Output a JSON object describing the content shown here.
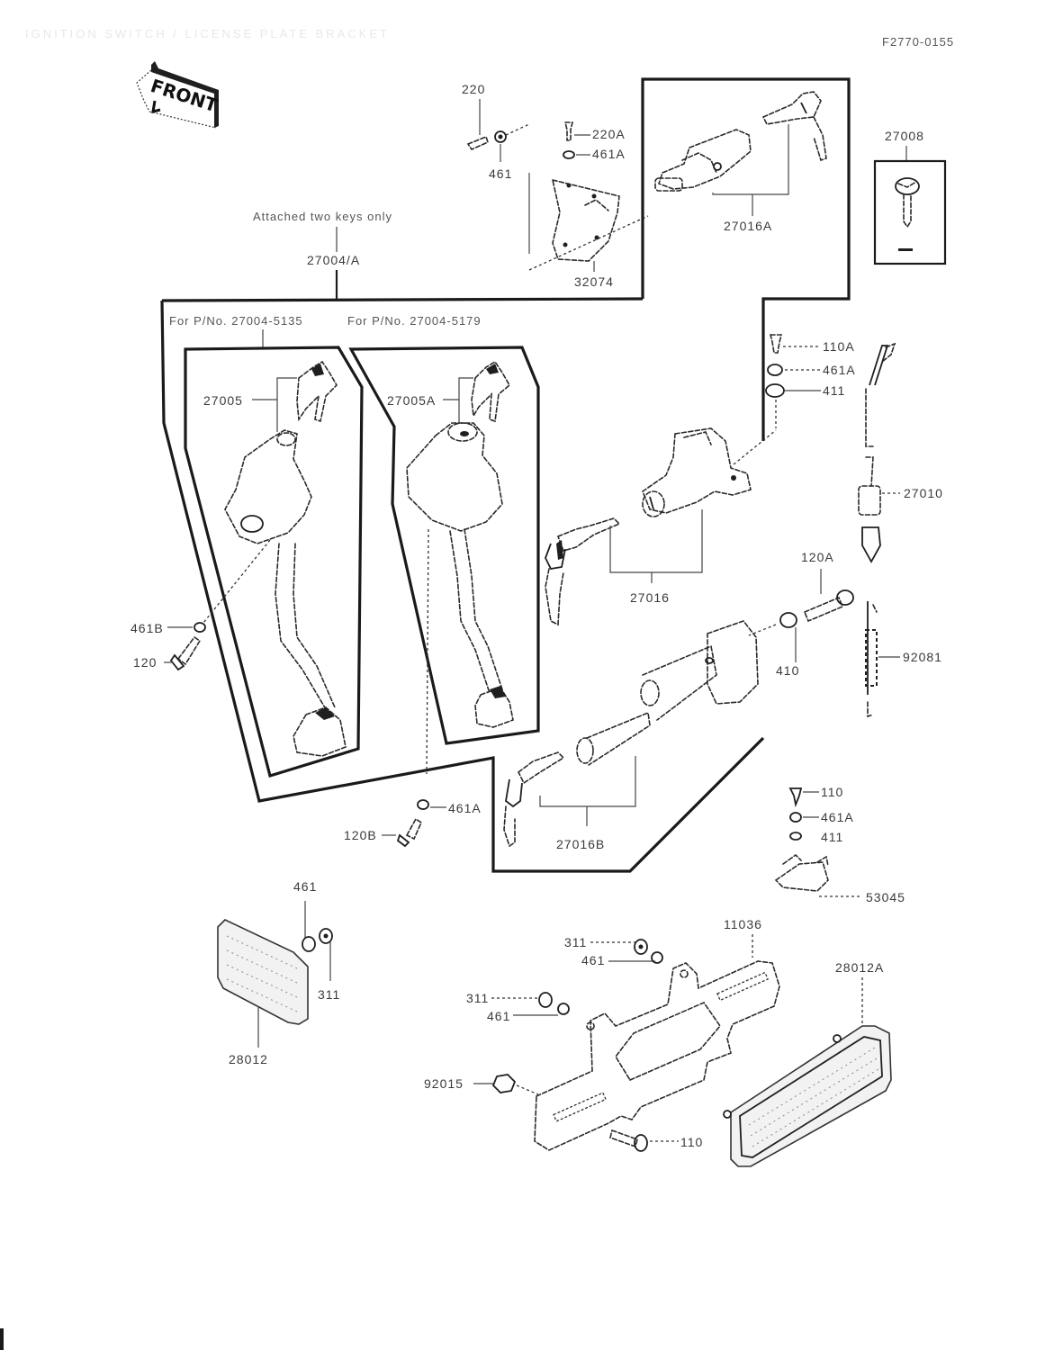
{
  "header": {
    "faded_title": "IGNITION SWITCH / LICENSE PLATE BRACKET",
    "figure_code": "F2770-0155"
  },
  "front_indicator": {
    "text": "FRONT"
  },
  "notes": {
    "attached_keys": "Attached two keys only",
    "variant_a": "For P/No. 27004-5135",
    "variant_b": "For P/No. 27004-5179"
  },
  "callouts": {
    "p220": "220",
    "p461_top": "461",
    "p220A": "220A",
    "p461A_top": "461A",
    "p32074": "32074",
    "p27016A": "27016A",
    "p27008": "27008",
    "p27004A": "27004/A",
    "p27005": "27005",
    "p27005A": "27005A",
    "p110A": "110A",
    "p461A_mid": "461A",
    "p411_mid": "411",
    "p27010": "27010",
    "p27016": "27016",
    "p120A": "120A",
    "p410": "410",
    "p92081": "92081",
    "p461B": "461B",
    "p120": "120",
    "p461A_low": "461A",
    "p120B": "120B",
    "p27016B": "27016B",
    "p110_right": "110",
    "p461A_right": "461A",
    "p411_right": "411",
    "p53045": "53045",
    "p461_reflector": "461",
    "p311_reflector": "311",
    "p28012": "28012",
    "p11036": "11036",
    "p311_bracket_top": "311",
    "p461_bracket_top": "461",
    "p311_bracket_mid": "311",
    "p461_bracket_mid": "461",
    "p28012A": "28012A",
    "p92015": "92015",
    "p110_bottom": "110"
  }
}
